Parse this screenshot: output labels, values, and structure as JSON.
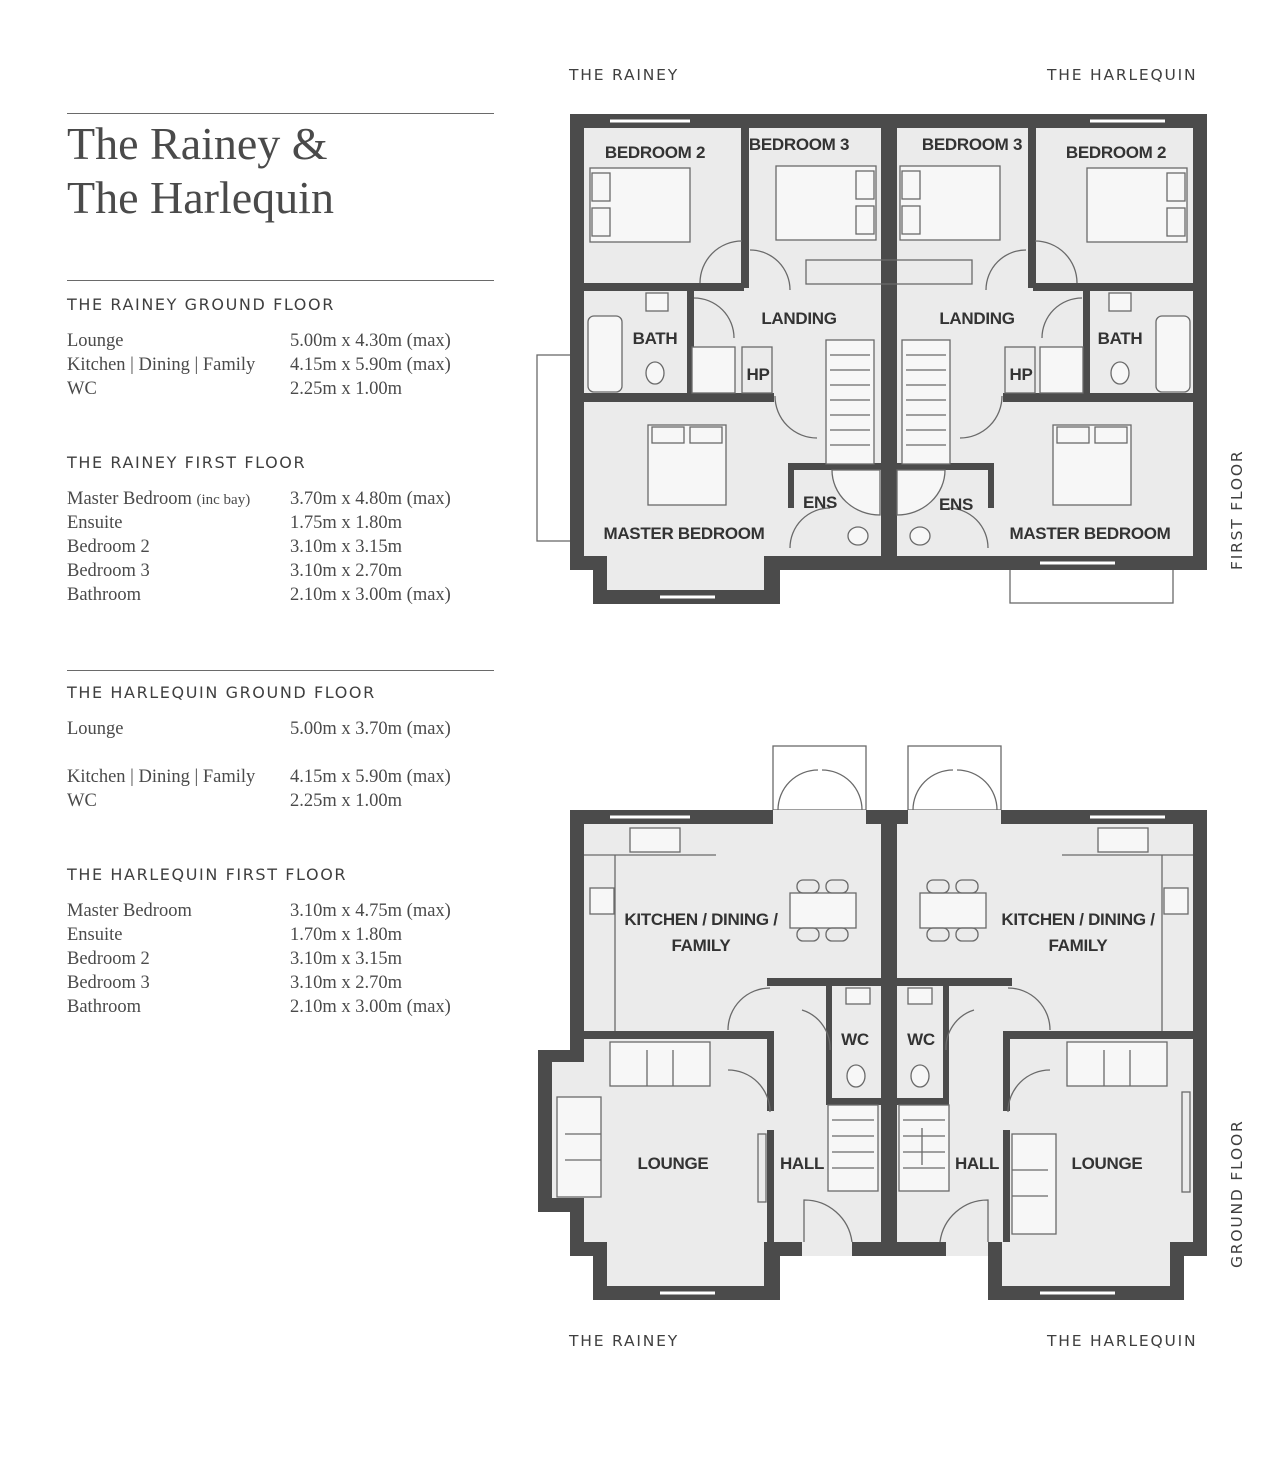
{
  "title": {
    "line1": "The Rainey &",
    "line2": "The Harlequin"
  },
  "specs": [
    {
      "heading": "THE RAINEY GROUND FLOOR",
      "rows": [
        {
          "room": "Lounge",
          "note": "",
          "dim": "5.00m x 4.30m (max)"
        },
        {
          "room": "Kitchen | Dining | Family",
          "note": "",
          "dim": "4.15m x 5.90m (max)"
        },
        {
          "room": "WC",
          "note": "",
          "dim": "2.25m x 1.00m"
        }
      ]
    },
    {
      "heading": "THE RAINEY FIRST FLOOR",
      "rows": [
        {
          "room": "Master Bedroom",
          "note": "(inc bay)",
          "dim": "3.70m x  4.80m (max)"
        },
        {
          "room": "Ensuite",
          "note": "",
          "dim": "1.75m x 1.80m"
        },
        {
          "room": "Bedroom 2",
          "note": "",
          "dim": "3.10m x 3.15m"
        },
        {
          "room": "Bedroom 3",
          "note": "",
          "dim": "3.10m x 2.70m"
        },
        {
          "room": "Bathroom",
          "note": "",
          "dim": "2.10m x 3.00m (max)"
        }
      ]
    },
    {
      "heading": "THE HARLEQUIN GROUND FLOOR",
      "rows": [
        {
          "room": "Lounge",
          "note": "",
          "dim": "5.00m x 3.70m (max)"
        },
        {
          "room": "Kitchen | Dining | Family",
          "note": "",
          "dim": "4.15m x 5.90m (max)"
        },
        {
          "room": "WC",
          "note": "",
          "dim": "2.25m x 1.00m"
        }
      ]
    },
    {
      "heading": "THE HARLEQUIN FIRST FLOOR",
      "rows": [
        {
          "room": "Master Bedroom",
          "note": "",
          "dim": "3.10m x 4.75m (max)"
        },
        {
          "room": "Ensuite",
          "note": "",
          "dim": "1.70m x 1.80m"
        },
        {
          "room": "Bedroom 2",
          "note": "",
          "dim": "3.10m x 3.15m"
        },
        {
          "room": "Bedroom 3",
          "note": "",
          "dim": "3.10m x 2.70m"
        },
        {
          "room": "Bathroom",
          "note": "",
          "dim": "2.10m x 3.00m (max)"
        }
      ]
    }
  ],
  "plan_labels": {
    "top_left": "THE RAINEY",
    "top_right": "THE HARLEQUIN",
    "bottom_left": "THE RAINEY",
    "bottom_right": "THE HARLEQUIN",
    "first_floor": "FIRST FLOOR",
    "ground_floor": "GROUND FLOOR"
  },
  "first_floor_rooms": {
    "bedroom2": "BEDROOM 2",
    "bedroom3": "BEDROOM 3",
    "landing": "LANDING",
    "bath": "BATH",
    "hp": "HP",
    "ens": "ENS",
    "master": "MASTER BEDROOM"
  },
  "ground_floor_rooms": {
    "kitchen_l1": "KITCHEN / DINING /",
    "kitchen_l2": "FAMILY",
    "wc": "WC",
    "lounge": "LOUNGE",
    "hall": "HALL"
  },
  "colors": {
    "wall": "#4b4b4b",
    "room_fill": "#ebebeb",
    "text": "#4a4a4a"
  }
}
